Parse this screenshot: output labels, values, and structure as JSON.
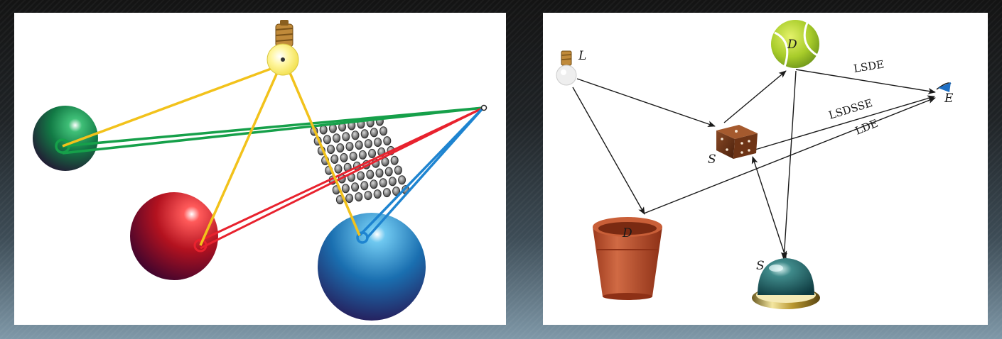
{
  "colors": {
    "background_dark": "#141414",
    "background_light": "#7f98a8",
    "panel": "#ffffff",
    "ray_yellow": "#f2c21b",
    "ray_green": "#16a04a",
    "ray_red": "#e8222e",
    "ray_blue": "#1e84d0",
    "arrow": "#1a1a1a"
  },
  "left_diagram": {
    "objects": [
      "light-bulb",
      "green-sphere",
      "red-sphere",
      "blue-sphere",
      "pixel-grid",
      "eye-point"
    ]
  },
  "right_diagram": {
    "labels": {
      "light": "L",
      "tennis_ball": "D",
      "eye": "E",
      "die": "S",
      "flower_pot": "D",
      "dome": "S"
    },
    "paths": {
      "lsde": "LSDE",
      "lsdsse": "LSDSSE",
      "lde": "LDE"
    }
  }
}
